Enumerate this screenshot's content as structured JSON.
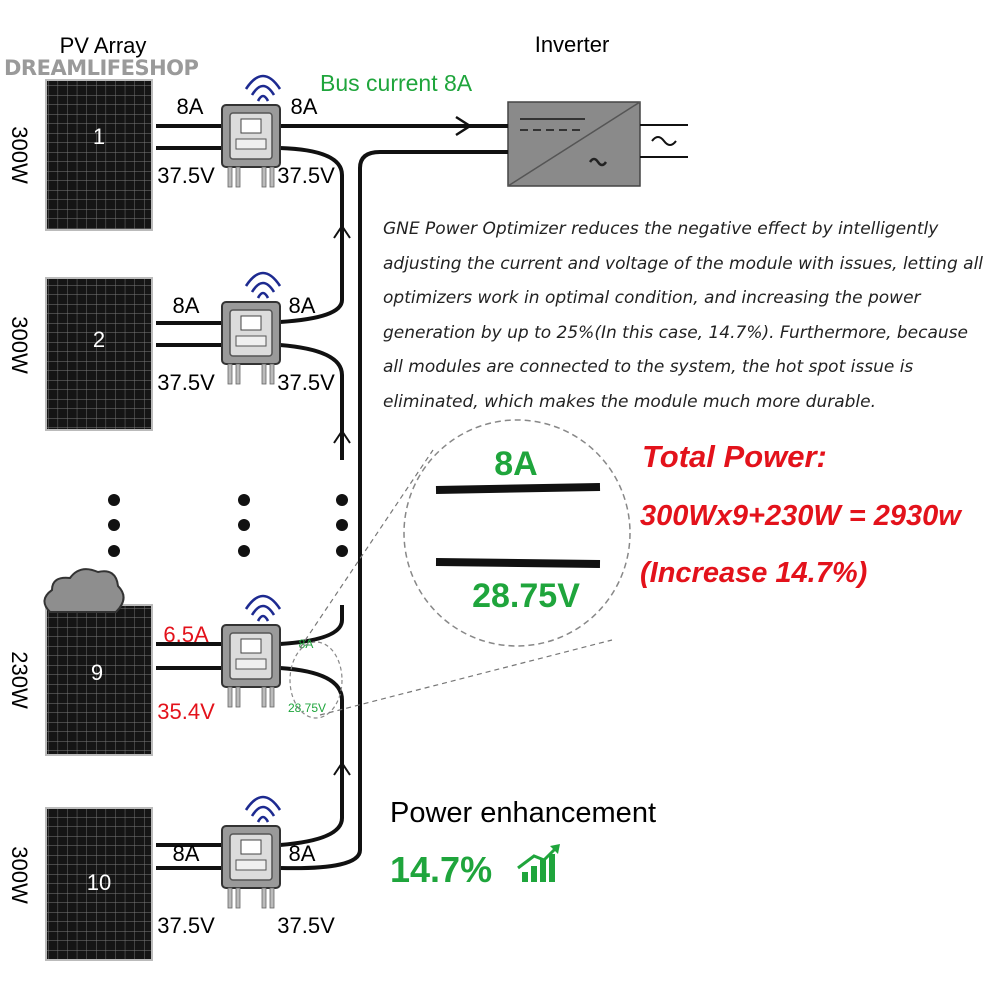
{
  "header": {
    "array_title": "PV Array",
    "inverter_title": "Inverter",
    "watermark": "DREAMLIFESHOP",
    "bus_current": "Bus current 8A"
  },
  "modules": [
    {
      "number": "1",
      "power": "300W",
      "in_current": "8A",
      "in_voltage": "37.5V",
      "out_current": "8A",
      "out_voltage": "37.5V"
    },
    {
      "number": "2",
      "power": "300W",
      "in_current": "8A",
      "in_voltage": "37.5V",
      "out_current": "8A",
      "out_voltage": "37.5V"
    },
    {
      "number": "9",
      "power": "230W",
      "in_current": "6.5A",
      "in_voltage": "35.4V",
      "out_current": "8A",
      "out_voltage": "28.75V"
    },
    {
      "number": "10",
      "power": "300W",
      "in_current": "8A",
      "in_voltage": "37.5V",
      "out_current": "8A",
      "out_voltage": "37.5V"
    }
  ],
  "description": "GNE Power Optimizer reduces the negative effect by intelligently adjusting the current and voltage of the module with issues, letting all optimizers work in optimal condition, and increasing the power generation by up to 25%(In this case, 14.7%). Furthermore, because all modules are connected to the system, the hot spot issue is eliminated, which makes the module much more durable.",
  "zoom": {
    "current": "8A",
    "voltage": "28.75V"
  },
  "total": {
    "title": "Total Power:",
    "formula": "300Wx9+230W = 2930w",
    "increase": "(Increase 14.7%)"
  },
  "enhancement": {
    "label": "Power enhancement",
    "value": "14.7%"
  },
  "colors": {
    "green": "#1fa53c",
    "red": "#e3121b",
    "inverter": "#8a8a8a",
    "panel": "#1a1a1a"
  }
}
